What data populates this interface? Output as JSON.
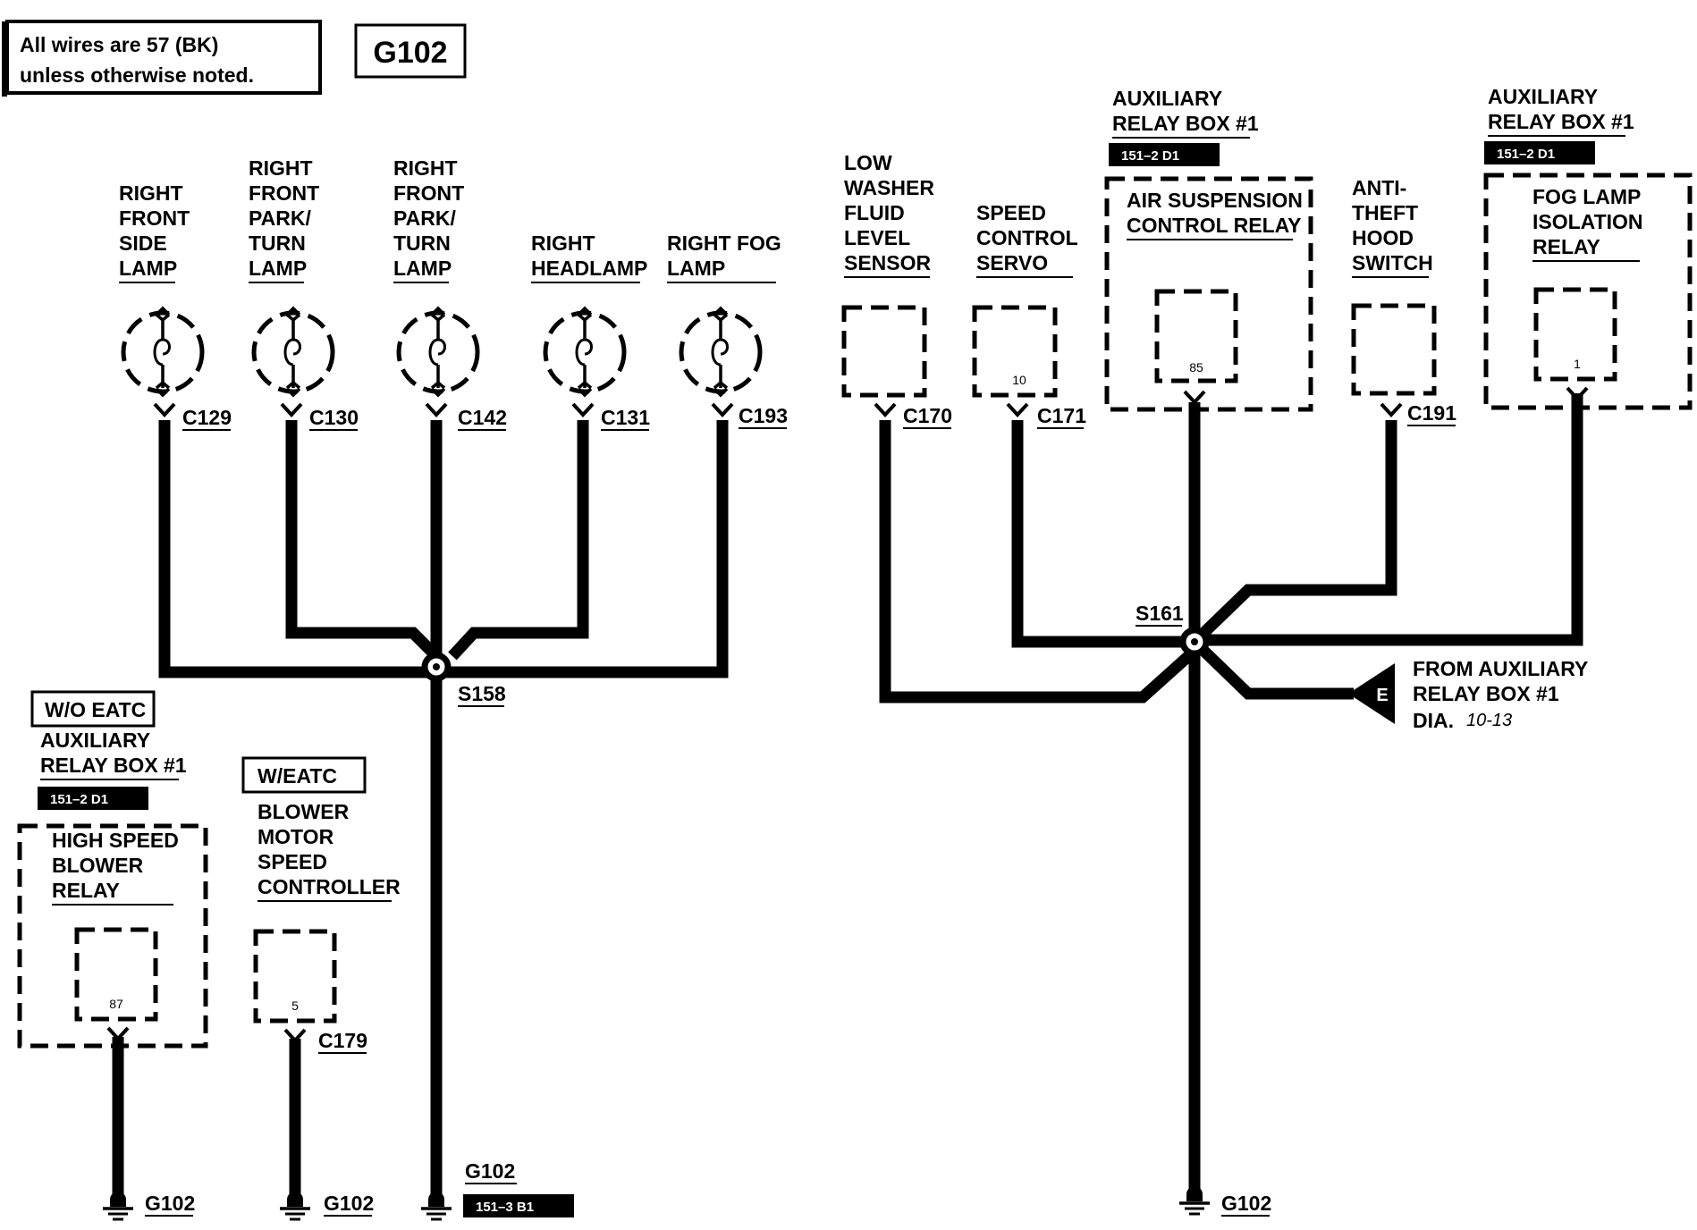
{
  "note": {
    "line1": "All wires are 57 (BK)",
    "line2": "unless otherwise noted."
  },
  "diagram_title": "G102",
  "components": {
    "c129": [
      "RIGHT",
      "FRONT",
      "SIDE",
      "LAMP"
    ],
    "c130": [
      "RIGHT",
      "FRONT",
      "PARK/",
      "TURN",
      "LAMP"
    ],
    "c142": [
      "RIGHT",
      "FRONT",
      "PARK/",
      "TURN",
      "LAMP"
    ],
    "c131": [
      "RIGHT",
      "HEADLAMP"
    ],
    "c193": [
      "RIGHT FOG",
      "LAMP"
    ],
    "c170": [
      "LOW",
      "WASHER",
      "FLUID",
      "LEVEL",
      "SENSOR"
    ],
    "c171": [
      "SPEED",
      "CONTROL",
      "SERVO"
    ],
    "air_suspension": [
      "AIR SUSPENSION",
      "CONTROL RELAY"
    ],
    "c191": [
      "ANTI-",
      "THEFT",
      "HOOD",
      "SWITCH"
    ],
    "fog_relay": [
      "FOG LAMP",
      "ISOLATION",
      "RELAY"
    ],
    "high_speed_relay": [
      "HIGH SPEED",
      "BLOWER",
      "RELAY"
    ],
    "blower_controller": [
      "BLOWER",
      "MOTOR",
      "SPEED",
      "CONTROLLER"
    ]
  },
  "relay_box": [
    "AUXILIARY",
    "RELAY BOX #1"
  ],
  "connectors": {
    "c129": "C129",
    "c130": "C130",
    "c142": "C142",
    "c131": "C131",
    "c193": "C193",
    "c170": "C170",
    "c171": "C171",
    "c191": "C191",
    "c179": "C179"
  },
  "pins": {
    "c171": "10",
    "air": "85",
    "fog": "1",
    "high_speed": "87",
    "blower": "5"
  },
  "splices": {
    "s158": "S158",
    "s161": "S161"
  },
  "grounds": {
    "g1": "G102",
    "g2": "G102",
    "g3": "G102",
    "g4": "G102"
  },
  "tags": {
    "air_ref": "151–2 D1",
    "fog_ref": "151–2 D1",
    "hs_ref": "151–2 D1",
    "ground_ref": "151–3 B1"
  },
  "options": {
    "wo_eatc": "W/O EATC",
    "w_eatc": "W/EATC"
  },
  "from_ref": {
    "letter": "E",
    "line1": "FROM AUXILIARY",
    "line2": "RELAY BOX #1",
    "line3": "DIA.",
    "page": "10-13"
  }
}
